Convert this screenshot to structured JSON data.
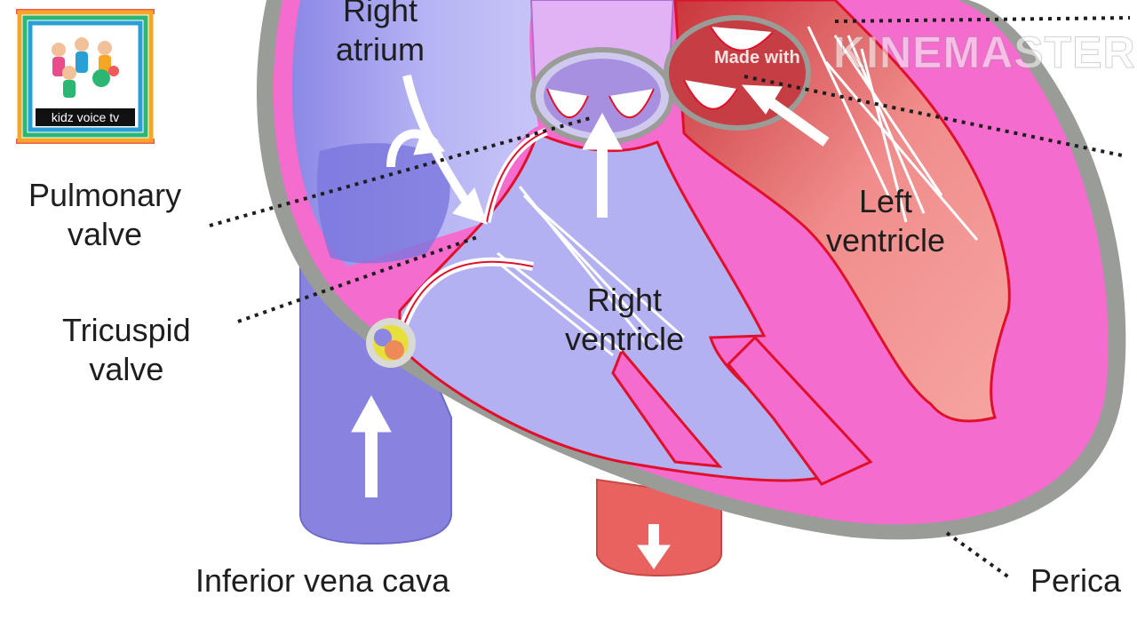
{
  "labels": {
    "right_atrium": [
      "Right",
      "atrium"
    ],
    "pulmonary_valve": [
      "Pulmonary",
      "valve"
    ],
    "tricuspid_valve": [
      "Tricuspid",
      "valve"
    ],
    "left_ventricle": [
      "Left",
      "ventricle"
    ],
    "right_ventricle": [
      "Right",
      "ventricle"
    ],
    "inferior_vena_cava": "Inferior vena cava",
    "pericardium_partial": "Perica"
  },
  "logo": {
    "caption": "kidz voice tv"
  },
  "watermark": {
    "prefix": "Made with",
    "brand": "KINEMASTER"
  },
  "colors": {
    "pericardium_gray": "#9a9c98",
    "heart_pink": "#f46ccd",
    "right_side_blue": "#b3b1f2",
    "vena_cava_blue": "#8a86e2",
    "left_side_red": "#f2948f",
    "artery_red": "#e8625f",
    "outline_red": "#e0102a"
  },
  "icons": [
    "kidz-voice-tv-logo",
    "blood-flow-arrow-icon",
    "valve-icon"
  ]
}
